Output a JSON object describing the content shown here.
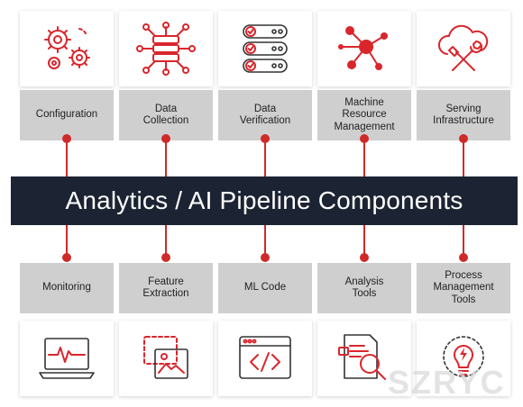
{
  "title": "Analytics / AI Pipeline Components",
  "top_components": [
    {
      "label": "Configuration",
      "icon": "gears-icon"
    },
    {
      "label": "Data\nCollection",
      "icon": "data-hub-icon"
    },
    {
      "label": "Data\nVerification",
      "icon": "checklist-icon"
    },
    {
      "label": "Machine\nResource\nManagement",
      "icon": "network-nodes-icon"
    },
    {
      "label": "Serving\nInfrastructure",
      "icon": "cloud-tools-icon"
    }
  ],
  "bottom_components": [
    {
      "label": "Monitoring",
      "icon": "laptop-pulse-icon"
    },
    {
      "label": "Feature\nExtraction",
      "icon": "image-frames-icon"
    },
    {
      "label": "ML Code",
      "icon": "code-window-icon"
    },
    {
      "label": "Analysis\nTools",
      "icon": "document-search-icon"
    },
    {
      "label": "Process\nManagement\nTools",
      "icon": "lightbulb-gear-icon"
    }
  ],
  "watermark": "SZRYC",
  "colors": {
    "accent": "#d9262c",
    "banner": "#1c2433",
    "label_bg": "#cfcfcf"
  }
}
